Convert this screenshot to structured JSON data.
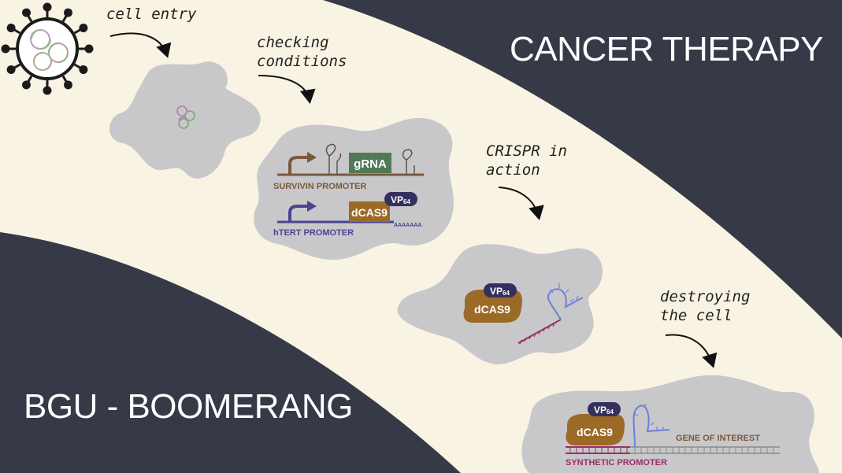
{
  "titles": {
    "therapy": "CANCER THERAPY",
    "team": "BGU - BOOMERANG"
  },
  "steps": {
    "cell_entry": "cell entry",
    "checking_line1": "checking",
    "checking_line2": "conditions",
    "crispr_line1": "CRISPR in",
    "crispr_line2": "action",
    "destroying_line1": "destroying",
    "destroying_line2": "the cell"
  },
  "labels": {
    "grna": "gRNA",
    "survivin_promoter": "SURVIVIN PROMOTER",
    "htert_promoter": "hTERT PROMOTER",
    "dcas9": "dCAS9",
    "vp64_prefix": "VP",
    "vp64_sub": "64",
    "polya": "AAAAAAA",
    "gene_of_interest": "GENE OF INTEREST",
    "synthetic_promoter": "SYNTHETIC PROMOTER"
  },
  "colors": {
    "dark_bg": "#363a47",
    "cream_band": "#f8f3e3",
    "cell_gray": "#c8c8ca",
    "dcas9_brown": "#9b6a26",
    "vp64_navy": "#34305e",
    "grna_green": "#4f7a55",
    "survivin_brown": "#7a5a3c",
    "htert_purple": "#4a4490",
    "synthetic_magenta": "#9a2e6a",
    "guide_blue": "#6d80d6"
  },
  "icons": [
    "virus-icon",
    "arrow-icon"
  ]
}
